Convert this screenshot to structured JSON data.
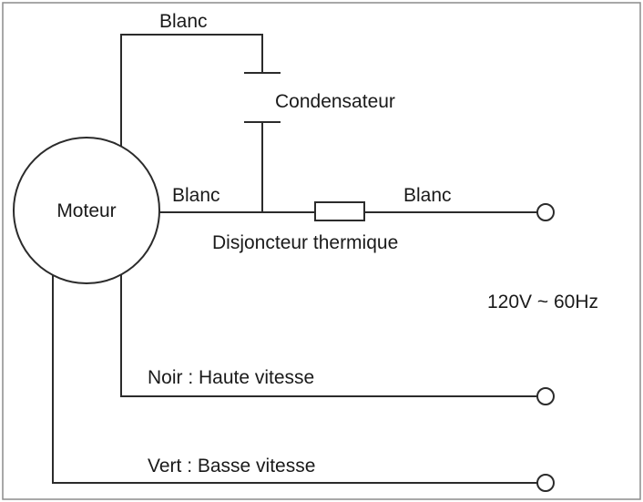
{
  "labels": {
    "motor": "Moteur",
    "top_wire": "Blanc",
    "capacitor": "Condensateur",
    "wire_left": "Blanc",
    "wire_right": "Blanc",
    "thermal_breaker": "Disjoncteur thermique",
    "supply": "120V ~ 60Hz",
    "black_wire": "Noir : Haute vitesse",
    "green_wire": "Vert : Basse vitesse"
  },
  "colors": {
    "line": "#2b2b2b",
    "text": "#1a1a1a",
    "frame": "#8c8c8c",
    "background": "#ffffff"
  }
}
